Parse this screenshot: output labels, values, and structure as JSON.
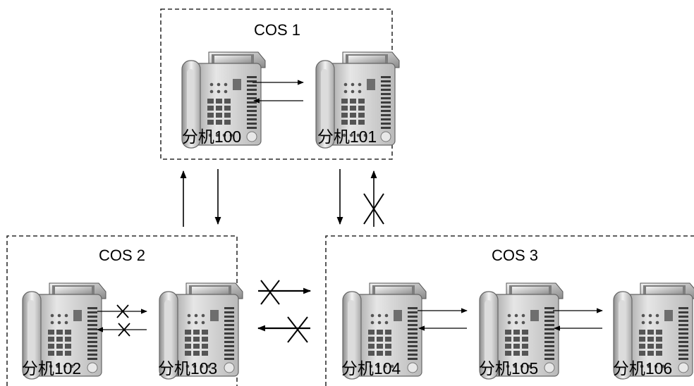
{
  "groups": {
    "cos1": "COS 1",
    "cos2": "COS 2",
    "cos3": "COS 3"
  },
  "extensions": {
    "e100": "分机100",
    "e101": "分机101",
    "e102": "分机102",
    "e103": "分机103",
    "e104": "分机104",
    "e105": "分机105",
    "e106": "分机106"
  },
  "icons": {
    "phone": "desk-phone-icon",
    "blocked": "x-mark-icon"
  },
  "colors": {
    "line": "#000000",
    "phone_body": "#c8c8c8",
    "phone_dark": "#6a6a6a"
  }
}
